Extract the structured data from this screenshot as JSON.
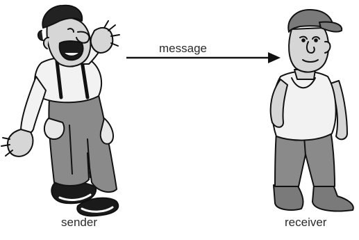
{
  "diagram": {
    "message_label": "message",
    "sender_label": "sender",
    "receiver_label": "receiver"
  },
  "icons": {
    "sender": "cartoon-man-shouting",
    "receiver": "cartoon-man-listening",
    "arrow": "right-arrow"
  },
  "colors": {
    "outline": "#111111",
    "trousers": "#8a8a8a",
    "shirt": "#f2f2f2",
    "skin": "#d6d6d6",
    "hair": "#222222",
    "cap": "#7a7a7a",
    "boots": "#1a1a1a"
  }
}
